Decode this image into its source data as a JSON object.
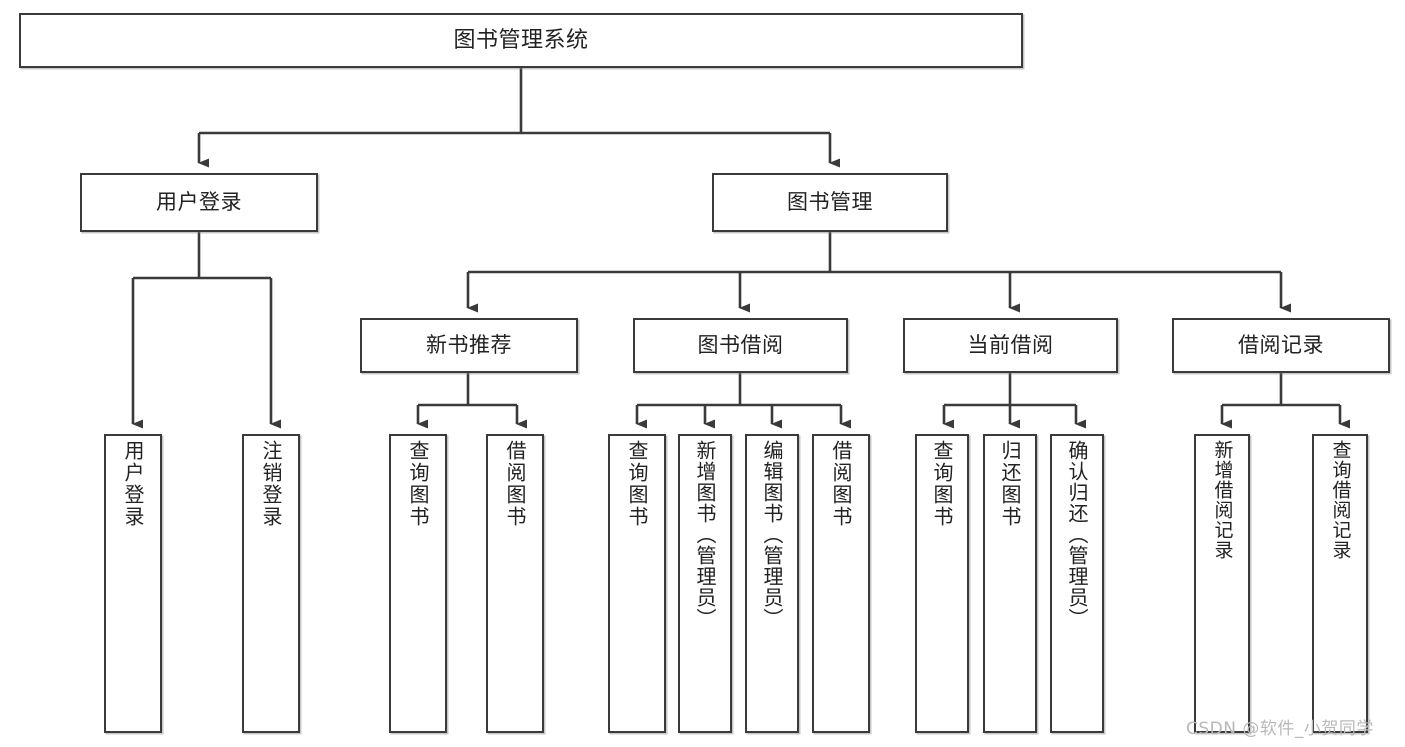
{
  "diagram": {
    "title": "图书管理系统",
    "watermark": "CSDN @软件_小贺同学",
    "root": {
      "label": "图书管理系统"
    },
    "level2": [
      {
        "label": "用户登录"
      },
      {
        "label": "图书管理"
      }
    ],
    "level3": [
      {
        "label": "新书推荐"
      },
      {
        "label": "图书借阅"
      },
      {
        "label": "当前借阅"
      },
      {
        "label": "借阅记录"
      }
    ],
    "leaves": {
      "user_login": [
        {
          "label": "用户登录"
        },
        {
          "label": "注销登录"
        }
      ],
      "new_book_recommend": [
        {
          "label": "查询图书"
        },
        {
          "label": "借阅图书"
        }
      ],
      "book_borrow": [
        {
          "label": "查询图书"
        },
        {
          "label": "新增图书（管理员）"
        },
        {
          "label": "编辑图书（管理员）"
        },
        {
          "label": "借阅图书"
        }
      ],
      "current_borrow": [
        {
          "label": "查询图书"
        },
        {
          "label": "归还图书"
        },
        {
          "label": "确认归还（管理员）"
        }
      ],
      "borrow_record": [
        {
          "label": "新增借阅记录"
        },
        {
          "label": "查询借阅记录"
        }
      ]
    },
    "colors": {
      "stroke": "#3a3a3a",
      "text": "#222222",
      "background": "#ffffff",
      "watermark": "#b9b9b9"
    }
  }
}
